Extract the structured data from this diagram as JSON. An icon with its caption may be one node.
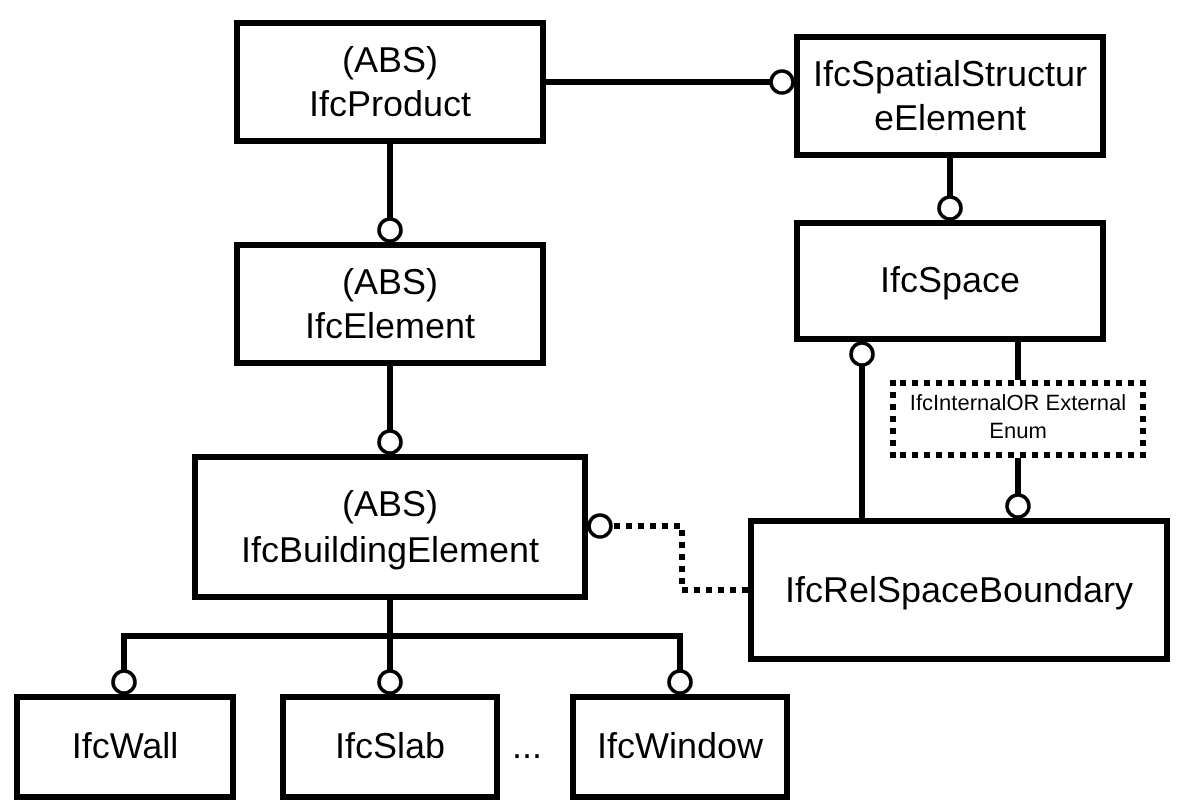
{
  "diagram": {
    "nodes": [
      {
        "text": [
          "(ABS)",
          "IfcProduct"
        ]
      },
      {
        "text": [
          "IfcSpatialStructureElement"
        ]
      },
      {
        "text": [
          "(ABS)",
          "IfcElement"
        ]
      },
      {
        "text": [
          "IfcSpace"
        ]
      },
      {
        "text": [
          "IfcInternalOR ExternalEnum"
        ]
      },
      {
        "text": [
          "(ABS)",
          "IfcBuildingElement"
        ]
      },
      {
        "text": [
          "IfcRelSpaceBoundary"
        ]
      },
      {
        "text": [
          "IfcWall"
        ]
      },
      {
        "text": [
          "IfcSlab"
        ]
      },
      {
        "text": [
          "IfcWindow"
        ]
      }
    ],
    "edges": [
      {
        "from": 0,
        "to": 1,
        "arrow": "other"
      },
      {
        "from": 0,
        "to": 2,
        "arrow": "other"
      },
      {
        "from": 2,
        "to": 5,
        "arrow": "other"
      },
      {
        "from": 1,
        "to": 3,
        "arrow": "other"
      },
      {
        "from": 3,
        "to": 4,
        "arrow": "none"
      },
      {
        "from": 6,
        "to": 3,
        "arrow": "other"
      },
      {
        "from": 4,
        "to": 6,
        "arrow": "other"
      },
      {
        "from": 6,
        "to": 5,
        "arrow": "other",
        "style": "dashed"
      },
      {
        "from": 5,
        "to": 7,
        "arrow": "other"
      },
      {
        "from": 5,
        "to": 8,
        "arrow": "other"
      },
      {
        "from": 5,
        "to": 9,
        "arrow": "other"
      }
    ],
    "labels": [
      "..."
    ]
  }
}
